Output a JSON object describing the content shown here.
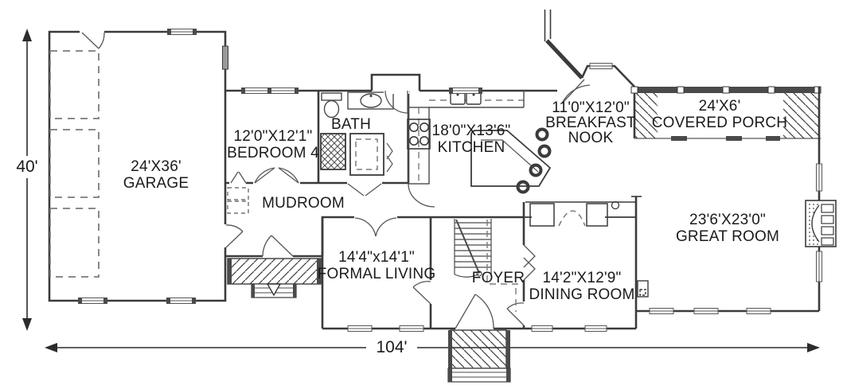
{
  "plan_labels": {
    "dim_height": "40'",
    "dim_width": "104'",
    "garage": {
      "dims": "24'X36'",
      "name": "GARAGE"
    },
    "bedroom4": {
      "dims": "12'0\"X12'1\"",
      "name": "BEDROOM 4"
    },
    "bath": {
      "name": "BATH"
    },
    "mudroom": {
      "name": "MUDROOM"
    },
    "kitchen": {
      "dims": "18'0\"X13'6\"",
      "name": "KITCHEN"
    },
    "breakfast_nook": {
      "dims": "11'0\"X12'0\"",
      "line2": "BREAKFAST",
      "line3": "NOOK"
    },
    "covered_porch": {
      "dims": "24'X6'",
      "name": "COVERED PORCH"
    },
    "great_room": {
      "dims": "23'6'X23'0\"",
      "name": "GREAT ROOM"
    },
    "formal_living": {
      "dims": "14'4\"x14'1\"",
      "name": "FORMAL LIVING"
    },
    "foyer": {
      "name": "FOYER"
    },
    "dining_room": {
      "dims": "14'2\"X12'9\"",
      "name": "DINING ROOM"
    }
  },
  "colors": {
    "wall": "#3b3b3b",
    "line": "#585858",
    "text": "#1b1b1b",
    "background": "#ffffff"
  }
}
